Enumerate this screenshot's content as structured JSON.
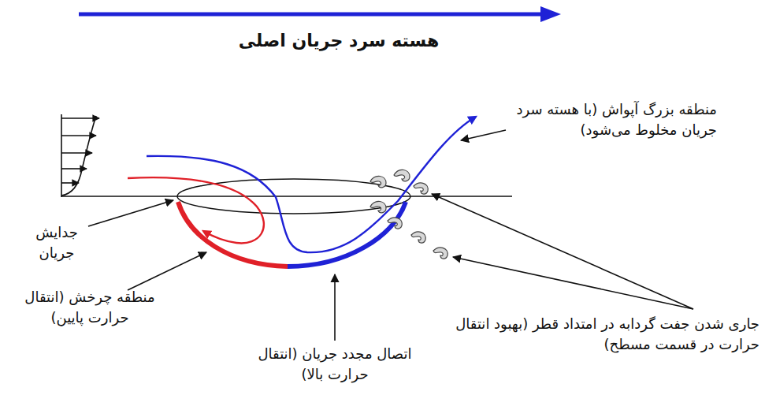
{
  "diagram": {
    "labels": [
      "هسته سرد جریان اصلی",
      "منطقه بزرگ آپواش (با هسته سرد جریان مخلوط می‌شود)",
      "جدایش جریان",
      "منطقه چرخش (انتقال حرارت پایین)",
      "اتصال مجدد جریان (انتقال حرارت بالا)",
      "جاری شدن جفت گردابه در امتداد قطر (بهبود انتقال حرارت در قسمت مسطح)"
    ]
  }
}
